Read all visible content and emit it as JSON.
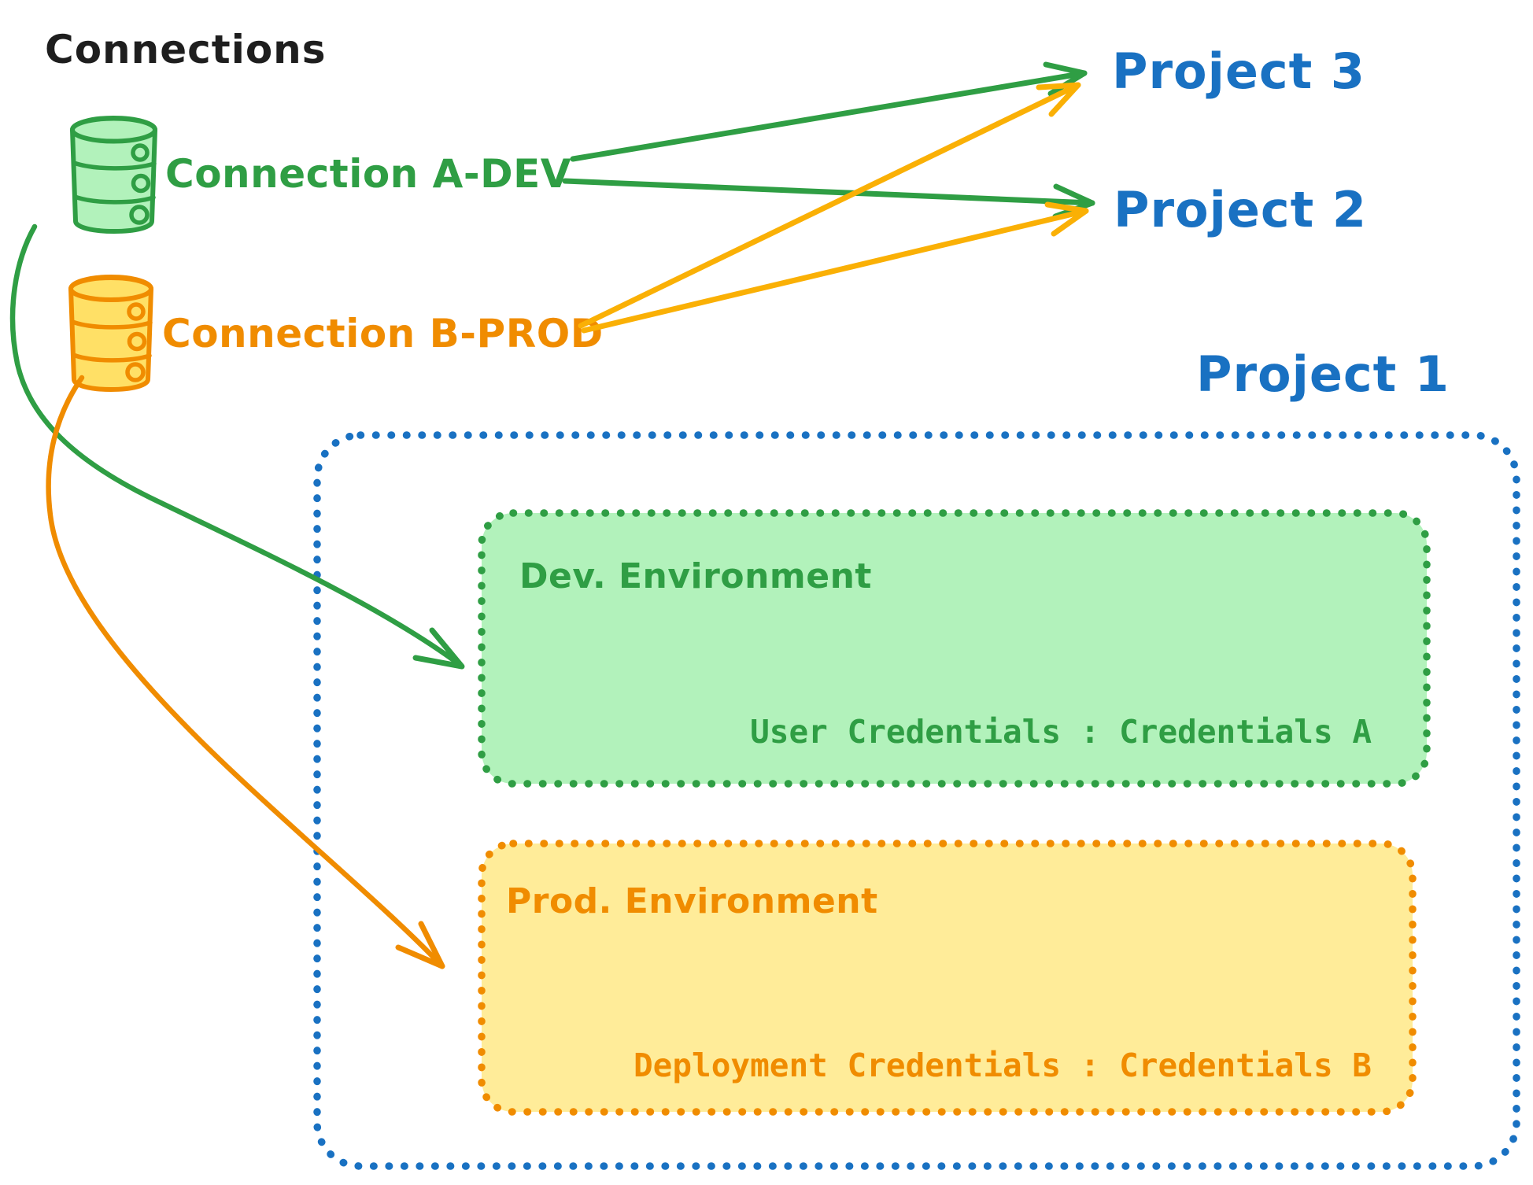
{
  "title": "Connections",
  "colors": {
    "black": "#1e1e1e",
    "blue": "#1971c2",
    "green": "#2f9e44",
    "green_fill": "#b2f2bb",
    "orange": "#f08c00",
    "orange_fill": "#ffec99",
    "orange_cylinder_fill": "#ffe066",
    "yellow": "#fab005",
    "background": "#ffffff"
  },
  "connections": [
    {
      "label": "Connection A-DEV",
      "type": "database",
      "color": "#2f9e44"
    },
    {
      "label": "Connection B-PROD",
      "type": "database",
      "color": "#f08c00"
    }
  ],
  "projects": [
    {
      "label": "Project 3"
    },
    {
      "label": "Project 2"
    },
    {
      "label": "Project 1"
    }
  ],
  "project1_detail": {
    "dev_environment": {
      "title": "Dev. Environment",
      "credentials_label": "User Credentials : Credentials A"
    },
    "prod_environment": {
      "title": "Prod. Environment",
      "credentials_label": "Deployment Credentials : Credentials B"
    }
  },
  "arrows": [
    {
      "from": "Connection A-DEV",
      "to": "Project 3",
      "color": "#2f9e44",
      "style": "straight"
    },
    {
      "from": "Connection A-DEV",
      "to": "Project 2",
      "color": "#2f9e44",
      "style": "straight"
    },
    {
      "from": "Connection B-PROD",
      "to": "Project 3",
      "color": "#fab005",
      "style": "straight"
    },
    {
      "from": "Connection B-PROD",
      "to": "Project 2",
      "color": "#fab005",
      "style": "straight"
    },
    {
      "from": "Connection A-DEV",
      "to": "Dev. Environment",
      "color": "#2f9e44",
      "style": "curved"
    },
    {
      "from": "Connection B-PROD",
      "to": "Prod. Environment",
      "color": "#f08c00",
      "style": "curved"
    }
  ]
}
